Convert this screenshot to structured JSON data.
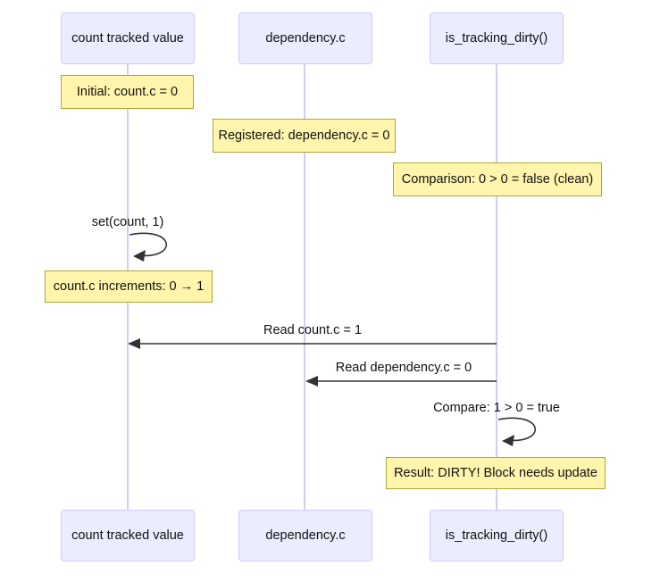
{
  "diagram": {
    "type": "sequence-diagram",
    "actors": [
      {
        "label": "count tracked value"
      },
      {
        "label": "dependency.c"
      },
      {
        "label": "is_tracking_dirty()"
      }
    ],
    "notes": [
      {
        "text": "Initial: count.c = 0"
      },
      {
        "text": "Registered: dependency.c = 0"
      },
      {
        "text": "Comparison: 0 > 0 = false (clean)"
      },
      {
        "text": "count.c increments: 0 → 1"
      },
      {
        "text": "Result: DIRTY! Block needs update"
      }
    ],
    "messages": [
      {
        "text": "set(count, 1)",
        "kind": "self"
      },
      {
        "text": "Read count.c = 1",
        "kind": "solid-arrow",
        "from": "is_tracking_dirty()",
        "to": "count tracked value"
      },
      {
        "text": "Read dependency.c = 0",
        "kind": "solid-arrow",
        "from": "is_tracking_dirty()",
        "to": "dependency.c"
      },
      {
        "text": "Compare: 1 > 0 = true",
        "kind": "self"
      }
    ],
    "colors": {
      "actor_fill": "#ECECFF",
      "actor_border": "#CCCCFF",
      "note_fill": "#FFF5AD",
      "note_border": "#AAAA33",
      "lifeline": "#D6CCF0",
      "arrow": "#333333",
      "background": "#FFFFFF"
    }
  }
}
